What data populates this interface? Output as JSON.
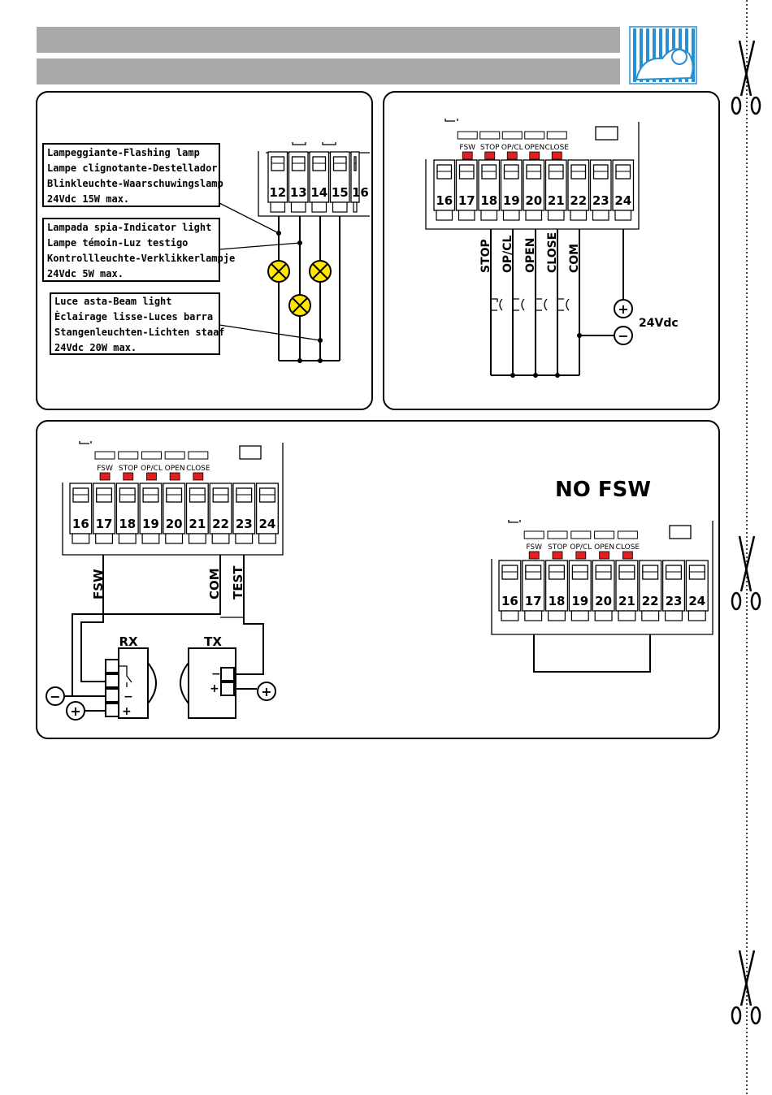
{
  "colors": {
    "header_bar": "#a9a9a9",
    "indicator": "#e02020",
    "lamp": "#ffe800",
    "logo": "#2a8fd0"
  },
  "flash_box": {
    "lines": [
      "Lampeggiante-Flashing lamp",
      "Lampe clignotante-Destellador",
      "Blinkleuchte-Waarschuwingslamp",
      "24Vdc 15W max."
    ]
  },
  "indicator_box": {
    "lines": [
      "Lampada spia-Indicator light",
      "Lampe témoin-Luz testigo",
      "Kontrollleuchte-Verklikkerlampje",
      "24Vdc 5W max."
    ]
  },
  "beam_box": {
    "lines": [
      "Luce asta-Beam light",
      "Èclairage lisse-Luces barra",
      "Stangenleuchten-Lichten staaf",
      "24Vdc 20W max."
    ]
  },
  "terminals_a": [
    "12",
    "13",
    "14",
    "15",
    "16"
  ],
  "terminals_main": [
    "16",
    "17",
    "18",
    "19",
    "20",
    "21",
    "22",
    "23",
    "24"
  ],
  "leds": [
    "FSW",
    "STOP",
    "OP/CL",
    "OPEN",
    "CLOSE"
  ],
  "wire_labels_b": [
    "STOP",
    "OP/CL",
    "OPEN",
    "CLOSE",
    "COM"
  ],
  "supply_label": "24Vdc",
  "plus_sign": "+",
  "minus_sign": "−",
  "wire_labels_c": [
    "FSW",
    "COM",
    "TEST"
  ],
  "rx_label": "RX",
  "tx_label": "TX",
  "no_fsw": "NO FSW"
}
